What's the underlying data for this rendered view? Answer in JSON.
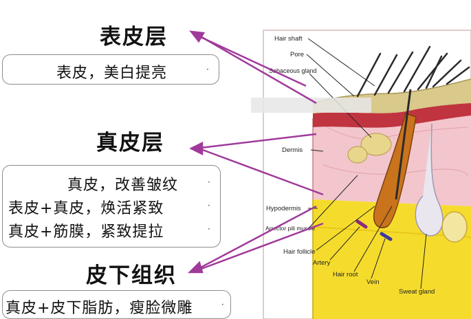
{
  "layers": [
    {
      "title": "表皮层",
      "lines": [
        "表皮，美白提亮"
      ]
    },
    {
      "title": "真皮层",
      "lines": [
        "真皮，改善皱纹",
        "表皮+真皮，焕活紧致",
        "真皮+筋膜，紧致提拉"
      ]
    },
    {
      "title": "皮下组织",
      "lines": [
        "真皮+皮下脂肪，瘦脸微雕"
      ]
    }
  ],
  "bullet": "·",
  "anatomy_labels": {
    "hair_shaft": "Hair shaft",
    "pore": "Pore",
    "sebaceous_gland": "Sebaceous gland",
    "dermis": "Dermis",
    "hypodermis": "Hypodermis",
    "arrector_pili_muscle": "Arrector pili muscle",
    "hair_follicle": "Hair follicle",
    "artery": "Artery",
    "hair_root": "Hair root",
    "vein": "Vein",
    "sweat_gland": "Sweat gland"
  },
  "colors": {
    "arrow": "#a03a9a",
    "epidermis": "#d9c98a",
    "dermis": "#f2c6cc",
    "hypodermis": "#f5dc2c",
    "hair": "#2a2a2a",
    "follicle": "#c9731c"
  }
}
